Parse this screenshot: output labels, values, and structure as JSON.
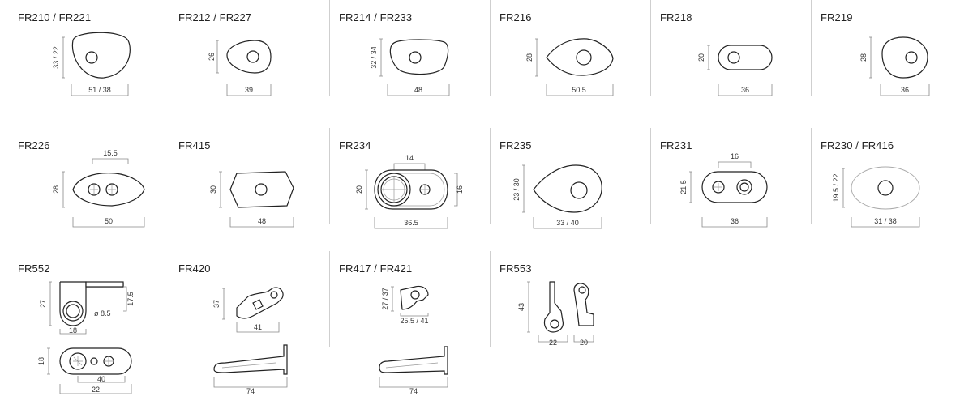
{
  "parts": [
    {
      "id": "FR210 / FR221",
      "dims": [
        "51 / 38",
        "33 / 22"
      ]
    },
    {
      "id": "FR212 / FR227",
      "dims": [
        "39",
        "26"
      ]
    },
    {
      "id": "FR214 / FR233",
      "dims": [
        "48",
        "32 / 34"
      ]
    },
    {
      "id": "FR216",
      "dims": [
        "50.5",
        "28"
      ]
    },
    {
      "id": "FR218",
      "dims": [
        "36",
        "20"
      ]
    },
    {
      "id": "FR219",
      "dims": [
        "36",
        "28"
      ]
    },
    {
      "id": "FR226",
      "dims": [
        "50",
        "28",
        "15.5"
      ]
    },
    {
      "id": "FR415",
      "dims": [
        "48",
        "30"
      ]
    },
    {
      "id": "FR234",
      "dims": [
        "36.5",
        "20",
        "14",
        "16"
      ]
    },
    {
      "id": "FR235",
      "dims": [
        "33 / 40",
        "23 / 30"
      ]
    },
    {
      "id": "FR231",
      "dims": [
        "36",
        "21.5",
        "16"
      ]
    },
    {
      "id": "FR230 / FR416",
      "dims": [
        "31 / 38",
        "19.5 / 22"
      ]
    },
    {
      "id": "FR552",
      "dims": [
        "27",
        "17.5",
        "ø 8.5",
        "18",
        "18",
        "40",
        "22"
      ]
    },
    {
      "id": "FR420",
      "dims": [
        "37",
        "41",
        "74"
      ]
    },
    {
      "id": "FR417 / FR421",
      "dims": [
        "27 / 37",
        "25.5 / 41",
        "74"
      ]
    },
    {
      "id": "FR553",
      "dims": [
        "43",
        "22",
        "20"
      ]
    }
  ]
}
